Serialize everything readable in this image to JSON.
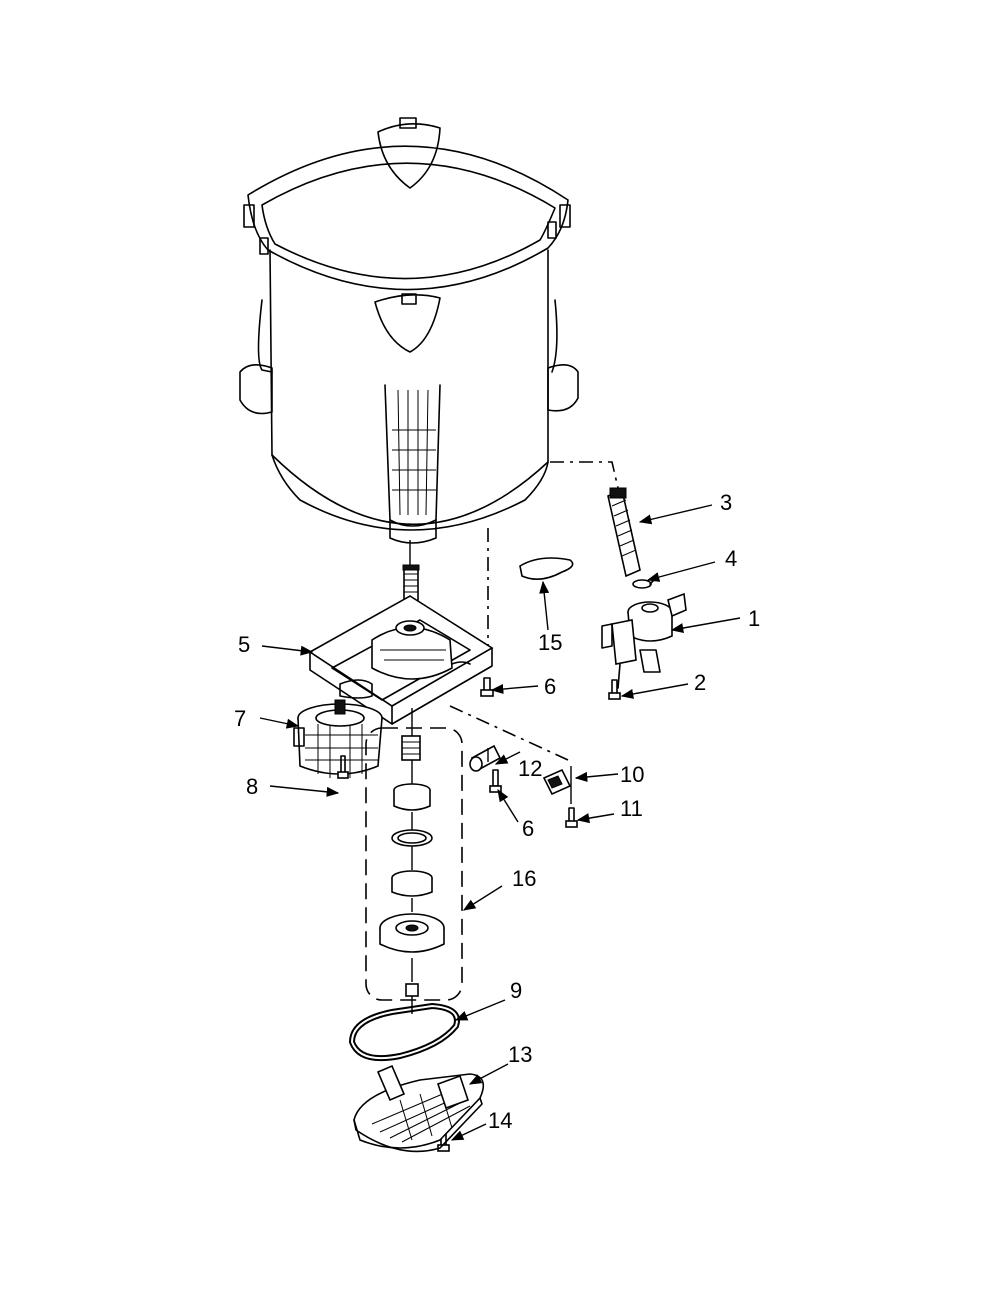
{
  "diagram": {
    "callouts": [
      {
        "id": "c1",
        "label": "1"
      },
      {
        "id": "c2",
        "label": "2"
      },
      {
        "id": "c3",
        "label": "3"
      },
      {
        "id": "c4",
        "label": "4"
      },
      {
        "id": "c5",
        "label": "5"
      },
      {
        "id": "c6a",
        "label": "6"
      },
      {
        "id": "c6b",
        "label": "6"
      },
      {
        "id": "c7",
        "label": "7"
      },
      {
        "id": "c8",
        "label": "8"
      },
      {
        "id": "c9",
        "label": "9"
      },
      {
        "id": "c10",
        "label": "10"
      },
      {
        "id": "c11",
        "label": "11"
      },
      {
        "id": "c12",
        "label": "12"
      },
      {
        "id": "c13",
        "label": "13"
      },
      {
        "id": "c14",
        "label": "14"
      },
      {
        "id": "c15",
        "label": "15"
      },
      {
        "id": "c16",
        "label": "16"
      }
    ]
  }
}
